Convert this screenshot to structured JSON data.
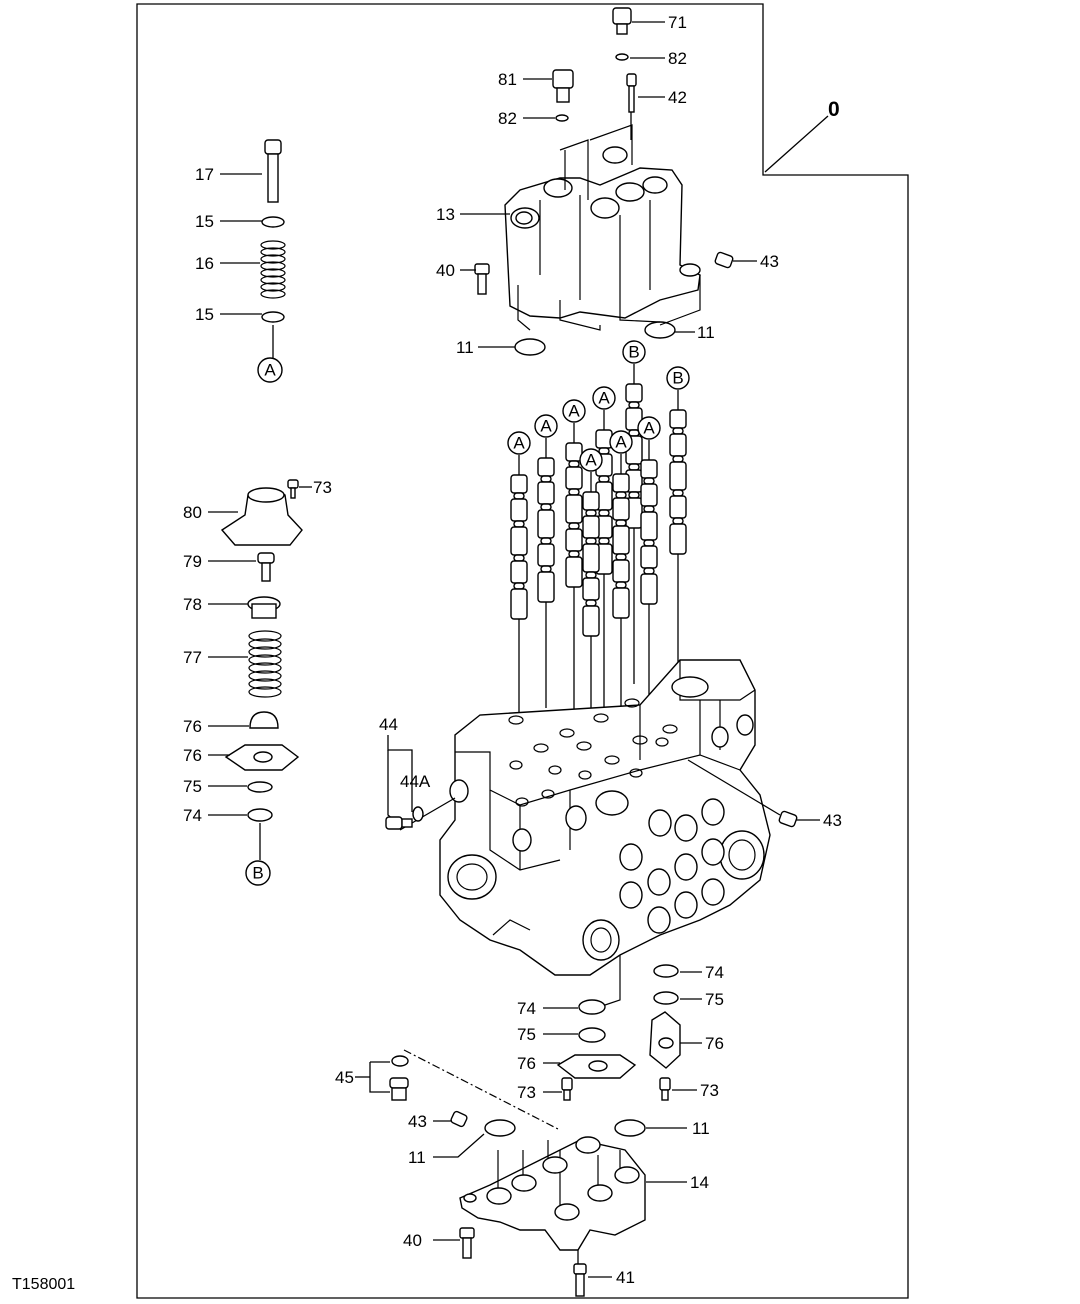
{
  "figure_id": "T158001",
  "assembly_callout": "0",
  "callouts": {
    "c71": "71",
    "c82a": "82",
    "c81": "81",
    "c42": "42",
    "c82b": "82",
    "c13": "13",
    "c43a": "43",
    "c40a": "40",
    "c11a": "11",
    "c11b": "11",
    "c17": "17",
    "c15a": "15",
    "c16": "16",
    "c15b": "15",
    "c73a": "73",
    "c80": "80",
    "c79": "79",
    "c78": "78",
    "c77": "77",
    "c76a": "76",
    "c76b": "76",
    "c75a": "75",
    "c74a": "74",
    "c44": "44",
    "c44a": "44A",
    "c43b": "43",
    "c74b": "74",
    "c75b": "75",
    "c76c": "76",
    "c73b": "73",
    "c74c": "74",
    "c75c": "75",
    "c76d": "76",
    "c73c": "73",
    "c45": "45",
    "c43c": "43",
    "c11c": "11",
    "c11d": "11",
    "c14": "14",
    "c40b": "40",
    "c41": "41"
  },
  "refs": {
    "a_left": "A",
    "b_left": "B",
    "spool_b1": "B",
    "spool_b2": "B",
    "spool_a1": "A",
    "spool_a2": "A",
    "spool_a3": "A",
    "spool_a4": "A",
    "spool_a5": "A",
    "spool_a6": "A",
    "spool_a7": "A"
  }
}
